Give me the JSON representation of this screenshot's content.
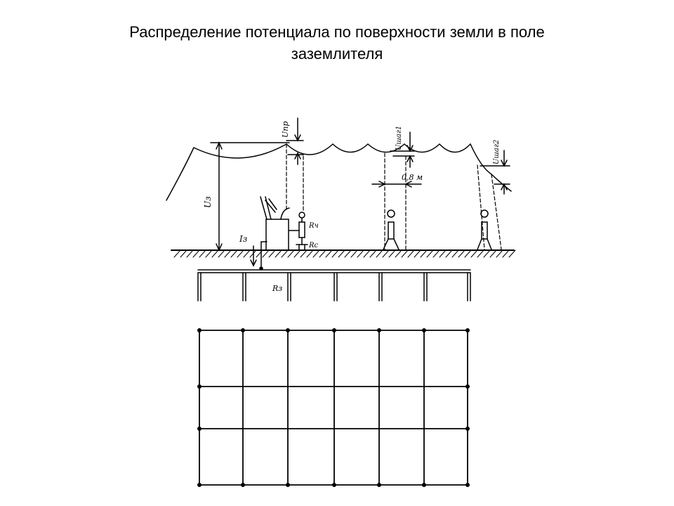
{
  "title": {
    "line1": "Распределение потенциала по поверхности земли в поле",
    "line2": "заземлителя"
  },
  "labels": {
    "u_pr": "Uпр",
    "u_shag1": "Uшаг1",
    "u_shag2": "Uшаг2",
    "u_z": "Uз",
    "distance": "0,8 м",
    "r_ch": "Rч",
    "r_s": "Rс",
    "i_z": "Iз",
    "r_z": "Rз"
  },
  "colors": {
    "line": "#000000",
    "background": "#ffffff"
  }
}
